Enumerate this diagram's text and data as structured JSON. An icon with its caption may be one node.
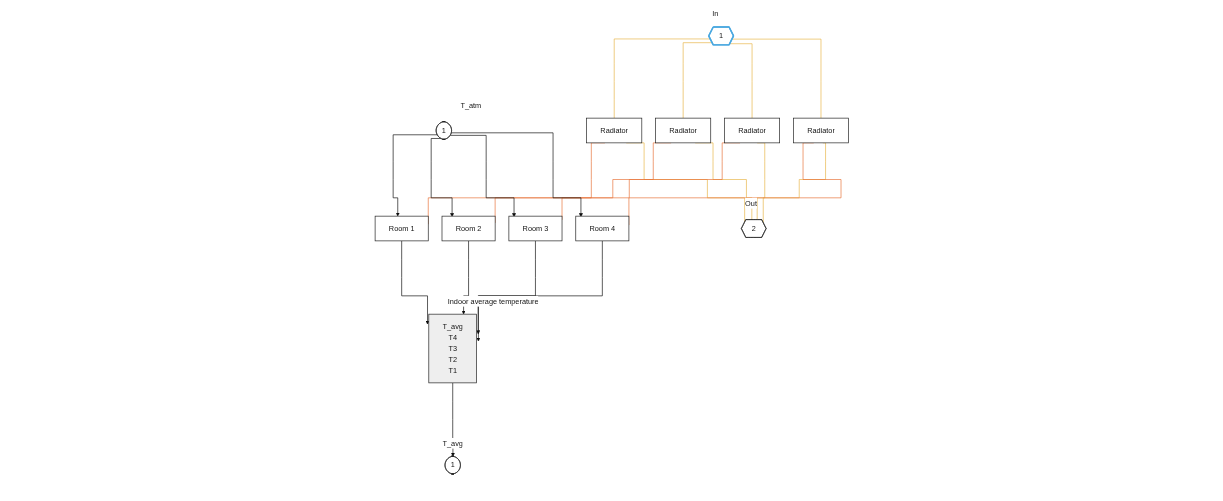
{
  "diagram": {
    "nodes": [
      {
        "text": [
          "1"
        ],
        "beside": [
          "In"
        ]
      },
      {
        "text": [
          "2"
        ],
        "beside": [
          "Out"
        ]
      },
      {
        "text": [
          "Radiator"
        ]
      },
      {
        "text": [
          "Radiator"
        ]
      },
      {
        "text": [
          "Radiator"
        ]
      },
      {
        "text": [
          "Radiator"
        ]
      },
      {
        "text": [
          "1"
        ],
        "beside": [
          "T_atm"
        ]
      },
      {
        "text": [
          "Room 4"
        ]
      },
      {
        "text": [
          "Room 3"
        ]
      },
      {
        "text": [
          "Room 2"
        ]
      },
      {
        "text": [
          "Room 1"
        ]
      },
      {
        "text": [
          "T_avg",
          "T4",
          "T3",
          "T2",
          "T1"
        ],
        "beside": [
          "Indoor average temperature"
        ]
      },
      {
        "text": [
          "1"
        ],
        "beside": [
          "T_avg"
        ]
      }
    ],
    "edges": [
      {
        "from": 0,
        "to": 2,
        "arrow": "none",
        "color": "#e8b54a"
      },
      {
        "from": 0,
        "to": 3,
        "arrow": "none",
        "color": "#e8b54a"
      },
      {
        "from": 0,
        "to": 4,
        "arrow": "none",
        "color": "#e8b54a"
      },
      {
        "from": 0,
        "to": 5,
        "arrow": "none",
        "color": "#e8b54a"
      },
      {
        "from": 2,
        "to": 1,
        "arrow": "none",
        "color": "#e8b54a"
      },
      {
        "from": 3,
        "to": 1,
        "arrow": "none",
        "color": "#e8b54a"
      },
      {
        "from": 4,
        "to": 1,
        "arrow": "none",
        "color": "#e8b54a"
      },
      {
        "from": 5,
        "to": 1,
        "arrow": "none",
        "color": "#e8b54a"
      },
      {
        "from": 2,
        "to": 7,
        "arrow": "none",
        "color": "#e8743b"
      },
      {
        "from": 3,
        "to": 8,
        "arrow": "none",
        "color": "#e8743b"
      },
      {
        "from": 4,
        "to": 9,
        "arrow": "none",
        "color": "#e8743b"
      },
      {
        "from": 5,
        "to": 10,
        "arrow": "none",
        "color": "#e8743b"
      },
      {
        "from": 6,
        "to": 7,
        "arrow": "to"
      },
      {
        "from": 6,
        "to": 8,
        "arrow": "to"
      },
      {
        "from": 6,
        "to": 9,
        "arrow": "to"
      },
      {
        "from": 6,
        "to": 10,
        "arrow": "to"
      },
      {
        "from": 7,
        "to": 11,
        "arrow": "to"
      },
      {
        "from": 8,
        "to": 11,
        "arrow": "to"
      },
      {
        "from": 9,
        "to": 11,
        "arrow": "to"
      },
      {
        "from": 10,
        "to": 11,
        "arrow": "to"
      },
      {
        "from": 11,
        "to": 12,
        "arrow": "to"
      }
    ]
  }
}
